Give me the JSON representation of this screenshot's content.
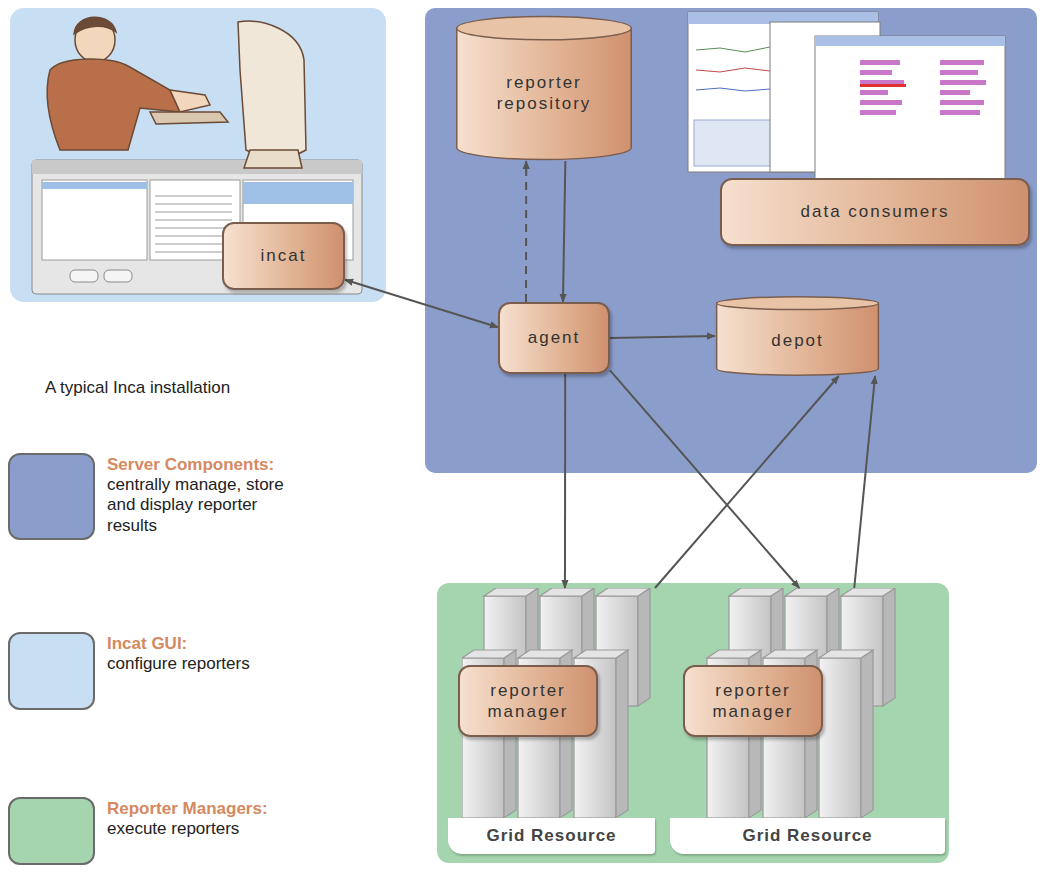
{
  "diagram": {
    "nodes": [
      {
        "text": [
          "incat"
        ]
      },
      {
        "text": [
          "reporter repository"
        ]
      },
      {
        "text": [
          "data consumers"
        ]
      },
      {
        "text": [
          "agent"
        ]
      },
      {
        "text": [
          "depot"
        ]
      },
      {
        "text": [
          "Grid Resource"
        ]
      },
      {
        "text": [
          "reporter manager"
        ],
        "in": 5
      },
      {
        "text": [
          "Grid Resource"
        ]
      },
      {
        "text": [
          "reporter manager"
        ],
        "in": 7
      }
    ],
    "edges": [
      {
        "from": 0,
        "to": 3,
        "arrow": "both"
      },
      {
        "from": 3,
        "to": 1,
        "arrow": "to"
      },
      {
        "from": 1,
        "to": 3,
        "arrow": "to"
      },
      {
        "from": 3,
        "to": 4,
        "arrow": "to"
      },
      {
        "from": 3,
        "to": 5,
        "arrow": "to"
      },
      {
        "from": 3,
        "to": 7,
        "arrow": "to"
      },
      {
        "from": 5,
        "to": 4,
        "arrow": "to"
      },
      {
        "from": 7,
        "to": 4,
        "arrow": "to"
      }
    ],
    "labels": [
      "A typical Inca installation",
      "centrally manage, store and display reporter results",
      "configure reporters",
      "execute reporters"
    ],
    "legend": [
      {
        "text": "Server Components:",
        "color": "#8b9ecb"
      },
      {
        "text": "Incat GUI:",
        "color": "#c8def3"
      },
      {
        "text": "Reporter Managers:",
        "color": "#a4d5ae"
      }
    ]
  }
}
